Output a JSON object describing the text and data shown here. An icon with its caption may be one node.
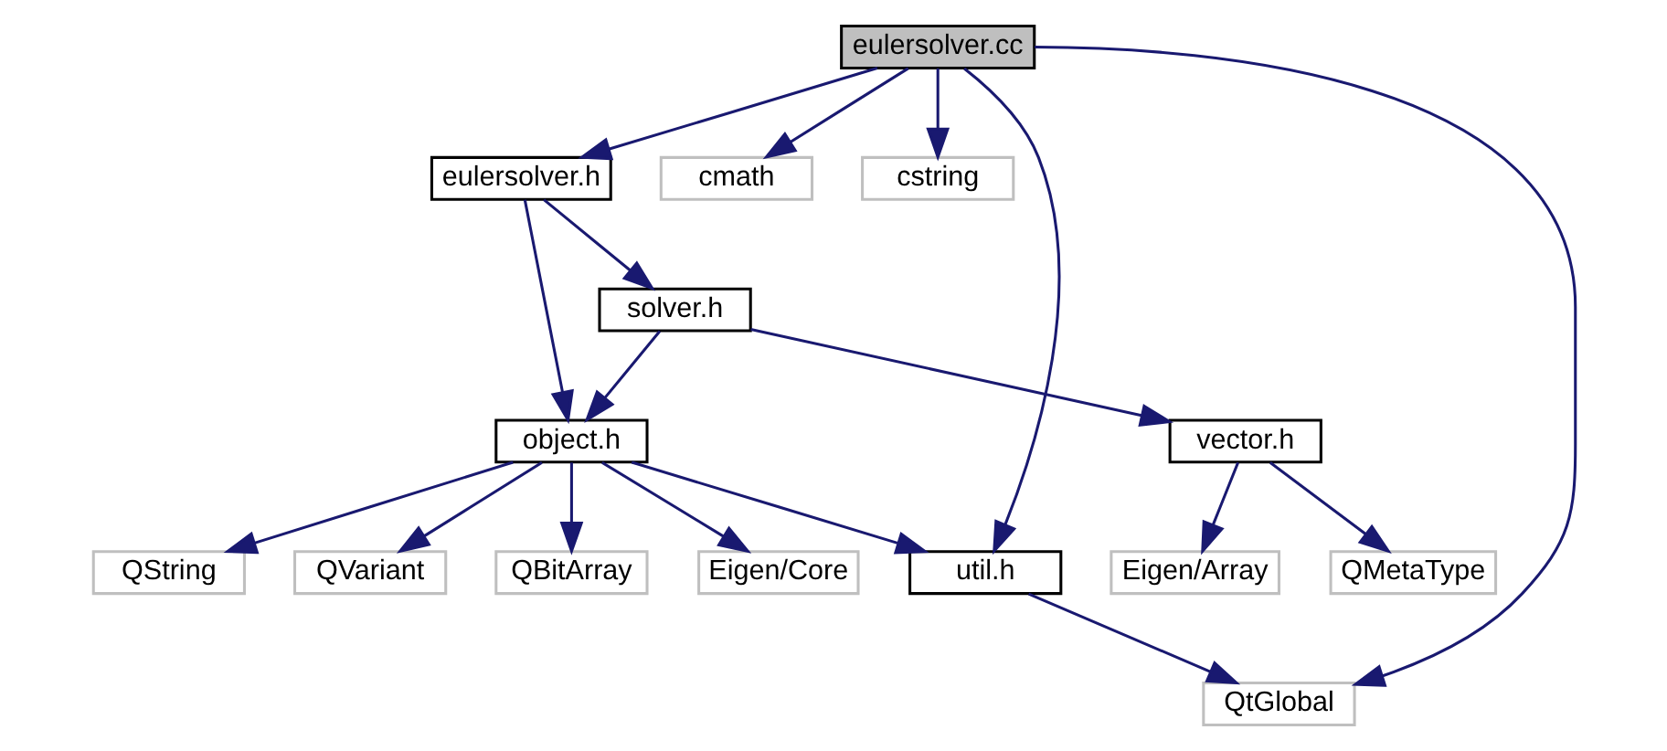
{
  "diagram": {
    "nodes": [
      {
        "text": [
          "eulersolver.cc"
        ]
      },
      {
        "text": [
          "eulersolver.h"
        ]
      },
      {
        "text": [
          "cmath"
        ]
      },
      {
        "text": [
          "cstring"
        ]
      },
      {
        "text": [
          "solver.h"
        ]
      },
      {
        "text": [
          "object.h"
        ]
      },
      {
        "text": [
          "vector.h"
        ]
      },
      {
        "text": [
          "QString"
        ]
      },
      {
        "text": [
          "QVariant"
        ]
      },
      {
        "text": [
          "QBitArray"
        ]
      },
      {
        "text": [
          "Eigen/Core"
        ]
      },
      {
        "text": [
          "util.h"
        ]
      },
      {
        "text": [
          "QMetaType"
        ]
      },
      {
        "text": [
          "Eigen/Array"
        ]
      },
      {
        "text": [
          "QtGlobal"
        ]
      }
    ],
    "edges": [
      {
        "from": 0,
        "to": 1,
        "arrow": "to"
      },
      {
        "from": 0,
        "to": 11,
        "arrow": "to"
      },
      {
        "from": 0,
        "to": 14,
        "arrow": "to"
      },
      {
        "from": 0,
        "to": 2,
        "arrow": "to"
      },
      {
        "from": 0,
        "to": 3,
        "arrow": "to"
      },
      {
        "from": 1,
        "to": 5,
        "arrow": "to"
      },
      {
        "from": 1,
        "to": 4,
        "arrow": "to"
      },
      {
        "from": 4,
        "to": 5,
        "arrow": "to"
      },
      {
        "from": 4,
        "to": 6,
        "arrow": "to"
      },
      {
        "from": 5,
        "to": 7,
        "arrow": "to"
      },
      {
        "from": 5,
        "to": 8,
        "arrow": "to"
      },
      {
        "from": 5,
        "to": 9,
        "arrow": "to"
      },
      {
        "from": 5,
        "to": 10,
        "arrow": "to"
      },
      {
        "from": 5,
        "to": 11,
        "arrow": "to"
      },
      {
        "from": 6,
        "to": 12,
        "arrow": "to"
      },
      {
        "from": 6,
        "to": 13,
        "arrow": "to"
      },
      {
        "from": 11,
        "to": 14,
        "arrow": "to"
      }
    ]
  }
}
